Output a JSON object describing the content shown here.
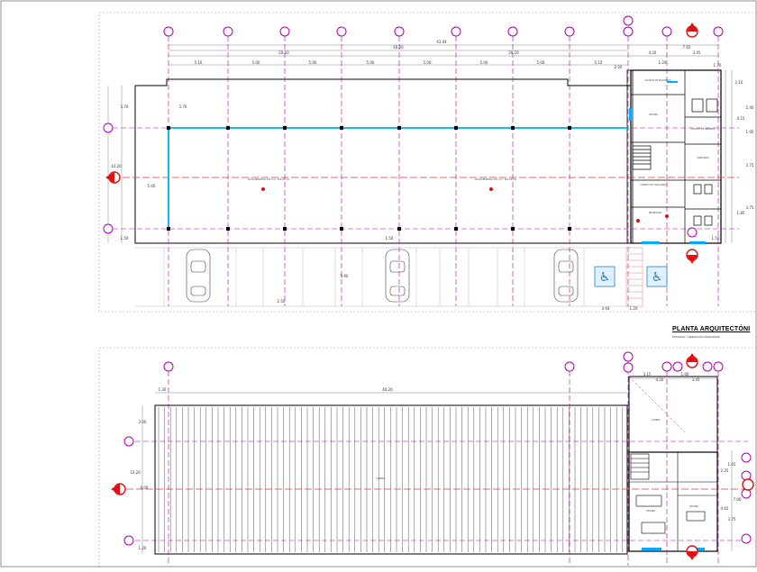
{
  "plan_title": "PLANTA ARQUITECTÓNI",
  "plan_subtitle": "OFICINAS Y SERVICIOS SANITARIOS",
  "top_plan": {
    "dims_top": [
      "43.04",
      "40.20",
      "20.10",
      "20.10",
      "4.20",
      "7.65",
      "3.45"
    ],
    "dims_bays": [
      "5.10",
      "5.00",
      "5.00",
      "5.00",
      "5.00",
      "5.00",
      "5.00",
      "5.10",
      "2.00"
    ],
    "dims_left": [
      "3.70",
      "14.20",
      "3.70",
      "5.00",
      "1.50"
    ],
    "dims_right": [
      "2.10",
      "2.40",
      "4.15",
      "1.95",
      "3.75",
      "3.75",
      "1.85"
    ],
    "dims_misc": [
      "1.20",
      "1.70",
      "1.50",
      "2.50",
      "5.90",
      "3.94",
      "1.20",
      "1.50"
    ],
    "room_labels": [
      "LOCAL/BODEGA 433.4 m² 362.00 m2",
      "LOCAL/BODEGA 433.4 m² 362.00 m2",
      "CUARTO DE MAQUINAS",
      "RECEPCIÓN",
      "OFICINA",
      "CUARTO DE LIMPIEZA",
      "SANITARIO",
      "CUARTO DE VIGILANCIA"
    ]
  },
  "bottom_plan": {
    "dims_top": [
      "1.30",
      "40.20",
      "4.20",
      "3.45",
      "1.60",
      "3.15"
    ],
    "dims_left": [
      "3.00",
      "13.20",
      "9.00",
      "1.20"
    ],
    "dims_right": [
      "1.05",
      "2.25",
      "7.00",
      "4.65",
      "3.75"
    ],
    "room_labels": [
      "LAMINA",
      "LAMINA",
      "OFICINA",
      "OFICINA"
    ]
  },
  "colors": {
    "axis": "#aa00aa",
    "line": "#000000",
    "beam": "#00aaff",
    "dashed": "#d04040",
    "marker": "#e01010",
    "dim": "#555555"
  }
}
